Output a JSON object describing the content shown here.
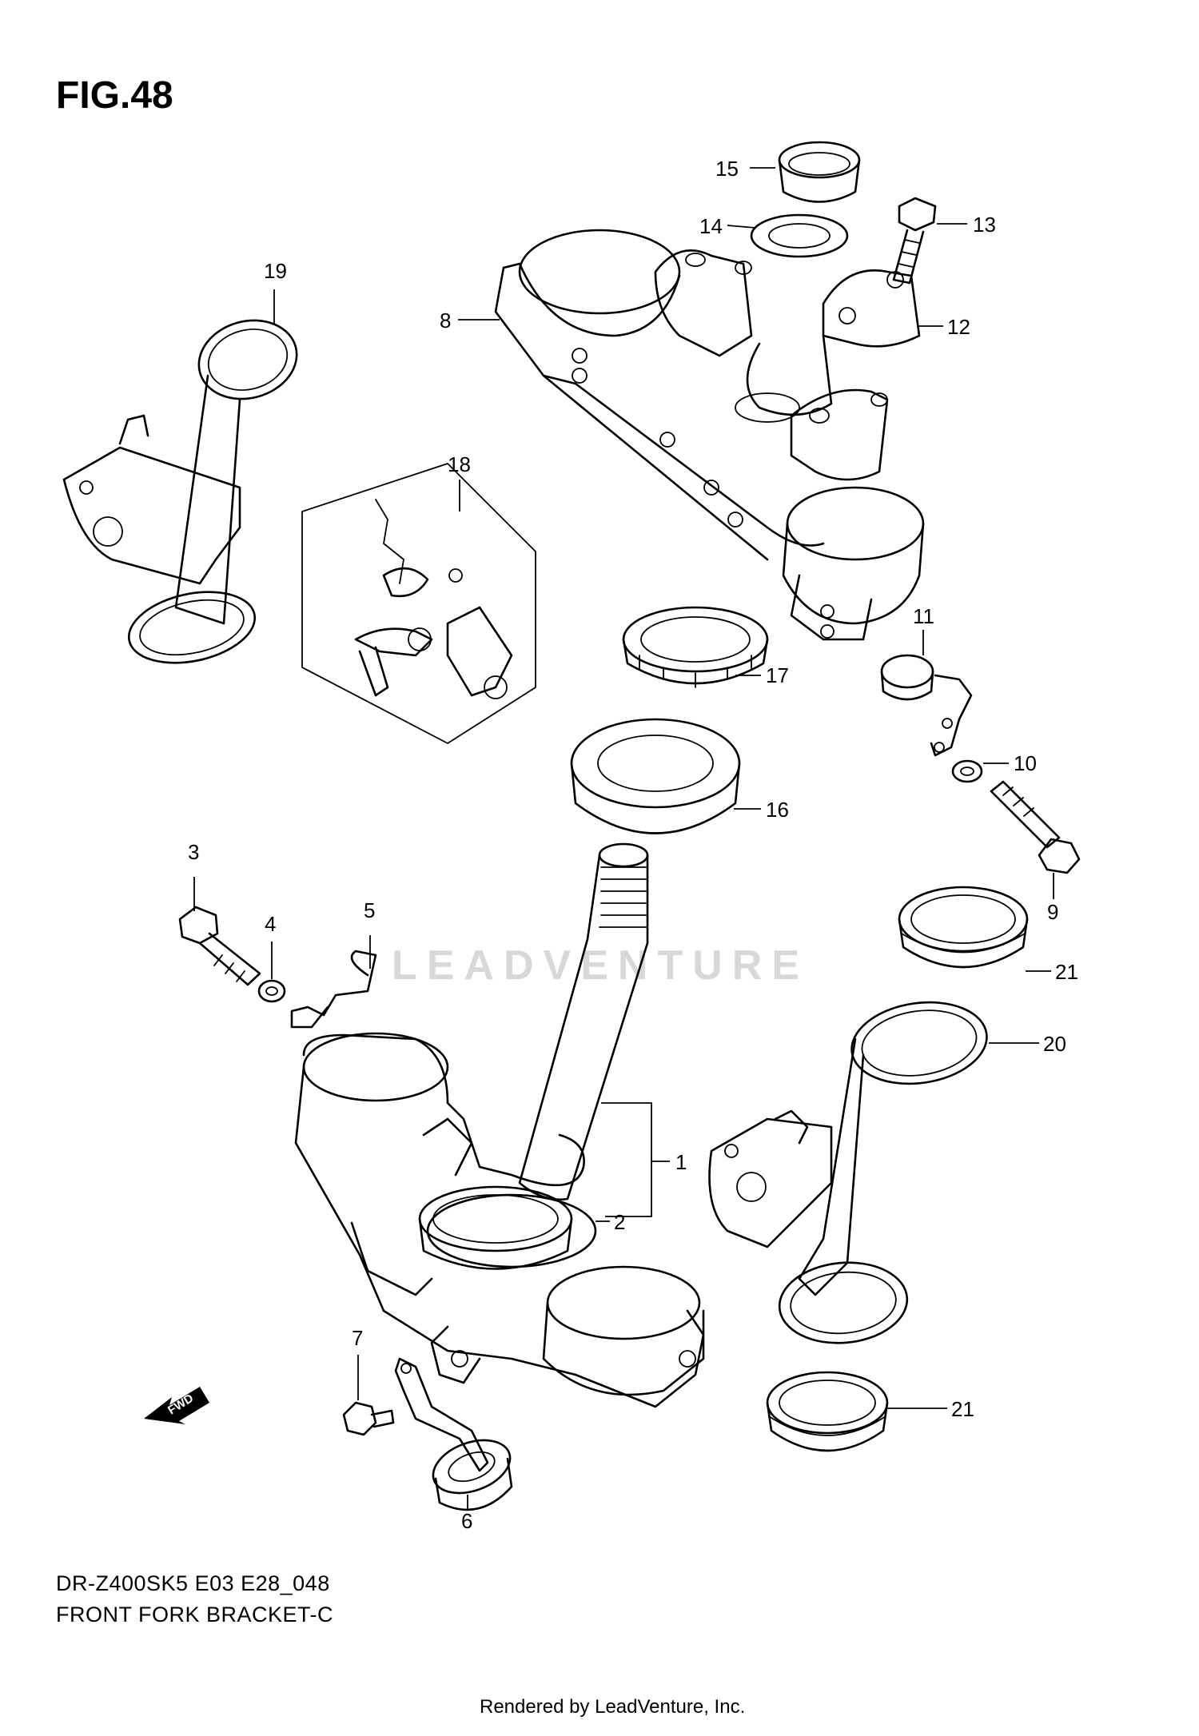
{
  "figure": {
    "title": "FIG.48",
    "model_code": "DR-Z400SK5 E03 E28_048",
    "name": "FRONT FORK BRACKET-C",
    "rendered_by": "Rendered by LeadVenture, Inc.",
    "watermark": "LEADVENTURE",
    "fwd_label": "FWD"
  },
  "callouts": [
    "1",
    "2",
    "3",
    "4",
    "5",
    "6",
    "7",
    "8",
    "9",
    "10",
    "11",
    "12",
    "13",
    "14",
    "15",
    "16",
    "17",
    "18",
    "19",
    "20",
    "21",
    "21"
  ]
}
